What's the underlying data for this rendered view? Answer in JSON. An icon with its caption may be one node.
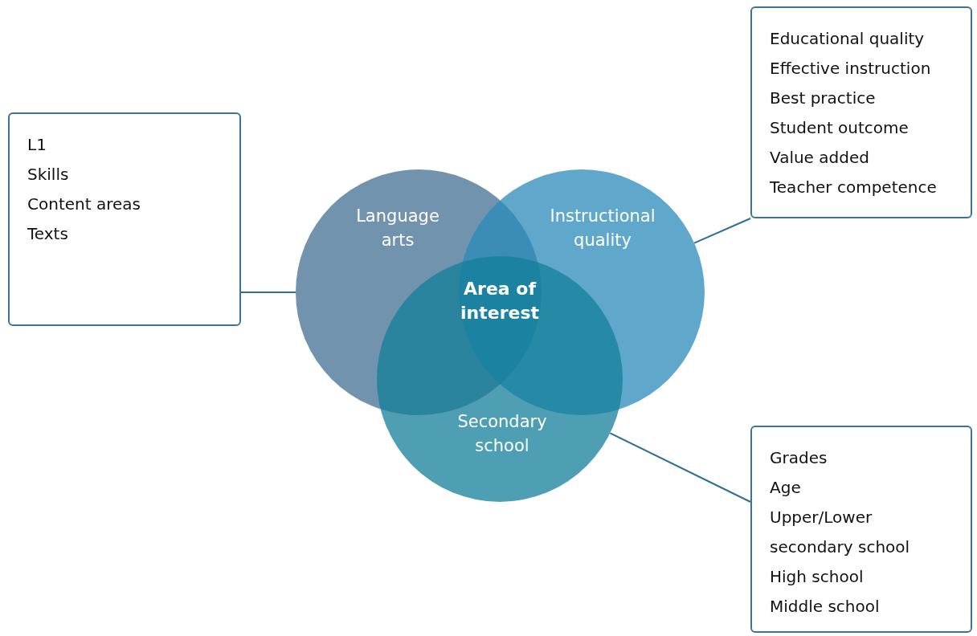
{
  "diagram": {
    "nodes": [
      {
        "text": [
          "L1",
          "Skills",
          "Content areas",
          "Texts"
        ]
      },
      {
        "text": [
          "Language arts"
        ]
      },
      {
        "text": [
          "Instructional quality"
        ]
      },
      {
        "text": [
          "Area of interest"
        ]
      },
      {
        "text": [
          "Secondary school"
        ]
      },
      {
        "text": [
          "Educational quality",
          "Effective instruction",
          "Best practice",
          "Student outcome",
          "Value added",
          "Teacher competence"
        ]
      },
      {
        "text": [
          "Grades",
          "Age",
          "Upper/Lower secondary school",
          "High school",
          "Middle school"
        ]
      }
    ],
    "edges": [
      {
        "from": 0,
        "to": 1,
        "arrow": "none"
      },
      {
        "from": 5,
        "to": 2,
        "arrow": "none"
      },
      {
        "from": 4,
        "to": 6,
        "arrow": "none"
      }
    ]
  }
}
